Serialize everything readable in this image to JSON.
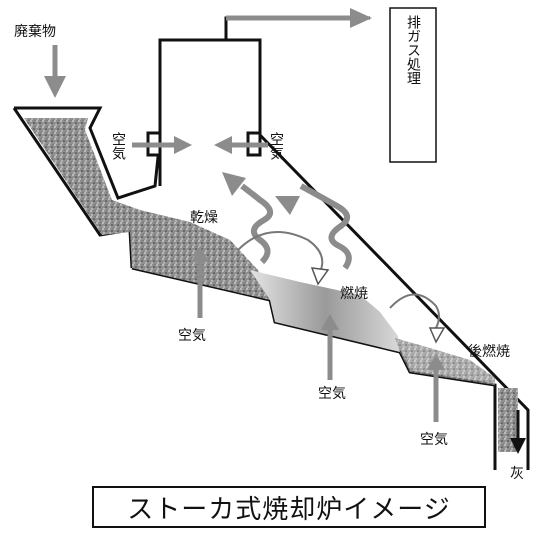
{
  "labels": {
    "waste": "廃棄物",
    "exhaust_treatment": "排ガス処理",
    "air_top_left": "空気",
    "air_top_right": "空気",
    "drying": "乾燥",
    "combustion": "燃焼",
    "post_combustion": "後燃焼",
    "air_zone1": "空気",
    "air_zone2": "空気",
    "air_zone3": "空気",
    "ash": "灰"
  },
  "caption": "ストーカ式焼却炉イメージ",
  "colors": {
    "line": "#111111",
    "arrow_gray": "#8c8c8c",
    "waste_fill": "#9a9a9a",
    "burn_fill": "#c4c4c4"
  },
  "icons": [
    "down-arrow-icon",
    "right-arrow-icon",
    "wavy-arrow-icon",
    "rotate-arrow-icon"
  ]
}
